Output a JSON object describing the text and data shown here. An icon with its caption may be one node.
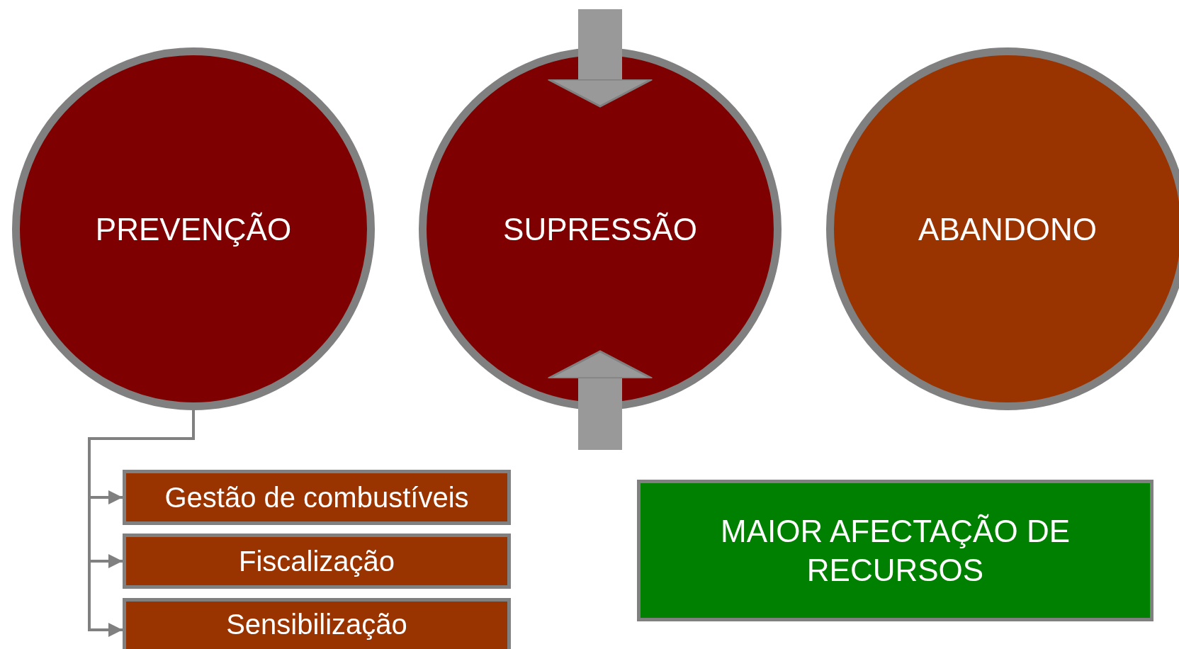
{
  "diagram": {
    "nodes": [
      {
        "text": [
          "PREVENÇÃO"
        ]
      },
      {
        "text": [
          "SUPRESSÃO"
        ]
      },
      {
        "text": [
          "ABANDONO"
        ]
      },
      {
        "text": [
          "Gestão de combustíveis"
        ]
      },
      {
        "text": [
          "Fiscalização"
        ]
      },
      {
        "text": [
          "Sensibilização"
        ]
      },
      {
        "text": [
          "MAIOR AFECTAÇÃO DE RECURSOS"
        ]
      }
    ],
    "edges": [
      {
        "from": 0,
        "to": 3,
        "arrow": "to"
      },
      {
        "from": 0,
        "to": 4,
        "arrow": "to"
      },
      {
        "from": 0,
        "to": 5,
        "arrow": "to"
      },
      {
        "from": null,
        "to": 1,
        "arrow": "to",
        "style": "thick"
      },
      {
        "from": null,
        "to": 1,
        "arrow": "to",
        "style": "thick"
      }
    ]
  }
}
